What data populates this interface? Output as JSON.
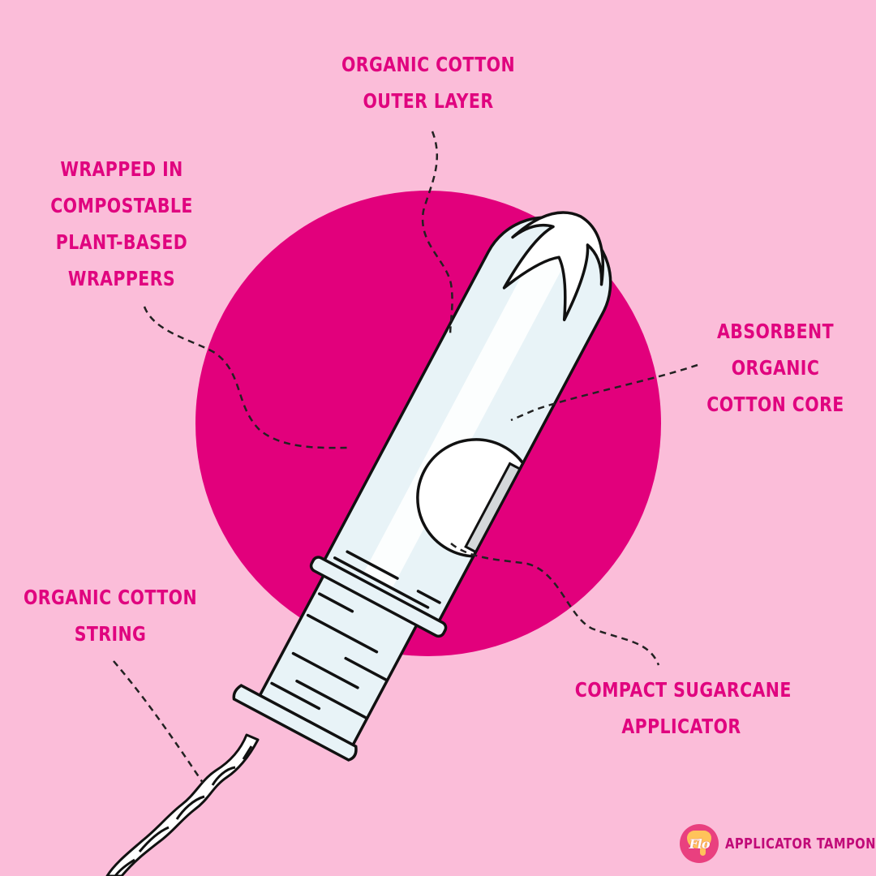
{
  "colors": {
    "background": "#fbbdd9",
    "circle": "#e2007c",
    "label_text": "#e0047f",
    "applicator_fill": "#e8f3f7",
    "outline": "#111111",
    "brand_logo": "#e9407f",
    "brand_drip": "#ffc35a"
  },
  "labels": {
    "outer_layer": [
      "ORGANIC COTTON",
      "OUTER LAYER"
    ],
    "wrappers": [
      "WRAPPED IN",
      "COMPOSTABLE",
      "PLANT-BASED",
      "WRAPPERS"
    ],
    "core": [
      "ABSORBENT",
      "ORGANIC",
      "COTTON CORE"
    ],
    "applicator": [
      "COMPACT SUGARCANE",
      "APPLICATOR"
    ],
    "string": [
      "ORGANIC COTTON",
      "STRING"
    ]
  },
  "brand": {
    "logo_text": "Flo",
    "product_name": "APPLICATOR TAMPON"
  },
  "illustration": {
    "subject": "applicator tampon",
    "icons": [
      "tampon-illustration",
      "pink-circle-backdrop",
      "dashed-leader-lines",
      "twisted-string"
    ]
  }
}
